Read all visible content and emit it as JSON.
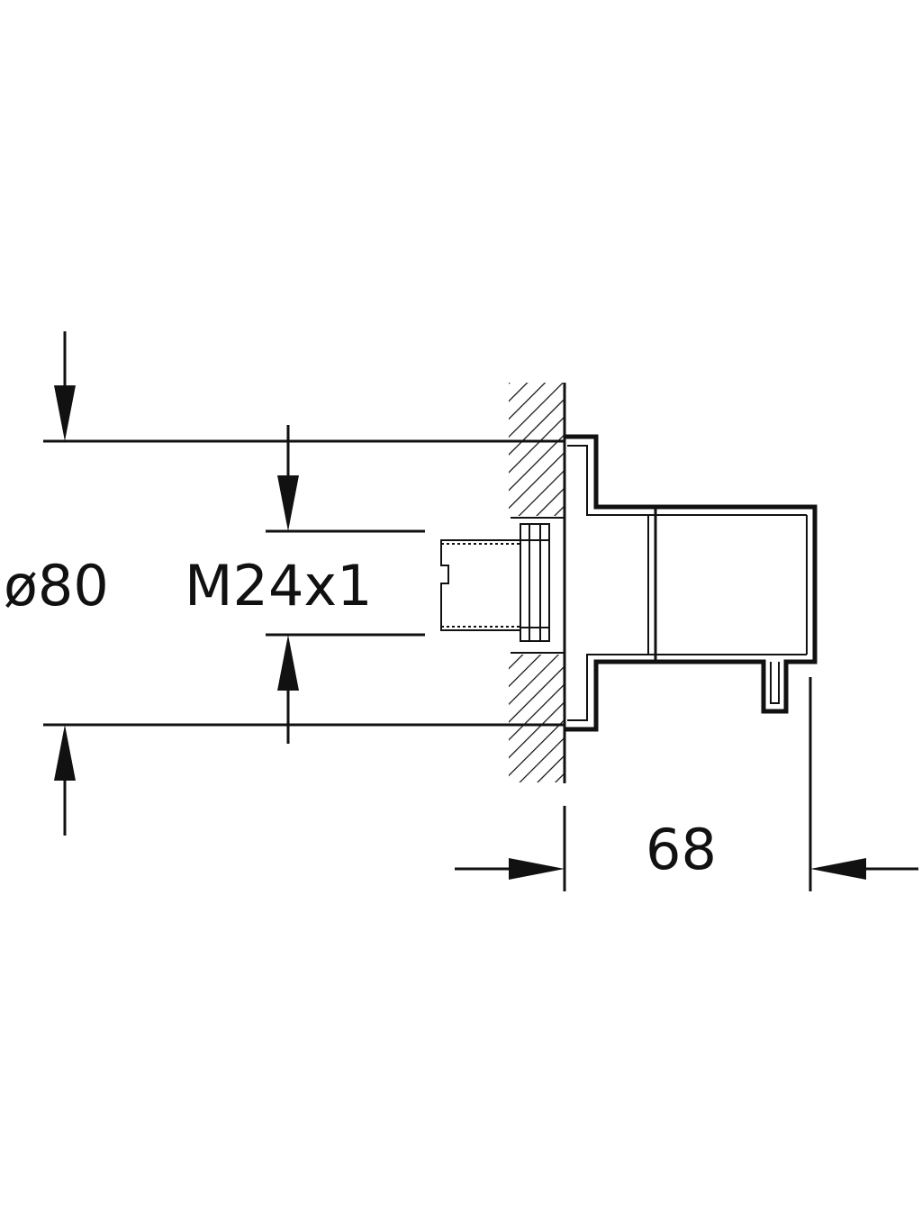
{
  "dimensions": {
    "outer_diameter": "ø80",
    "thread": "M24x1",
    "projection": "68"
  },
  "colors": {
    "ink": "#111111",
    "background": "#ffffff"
  }
}
